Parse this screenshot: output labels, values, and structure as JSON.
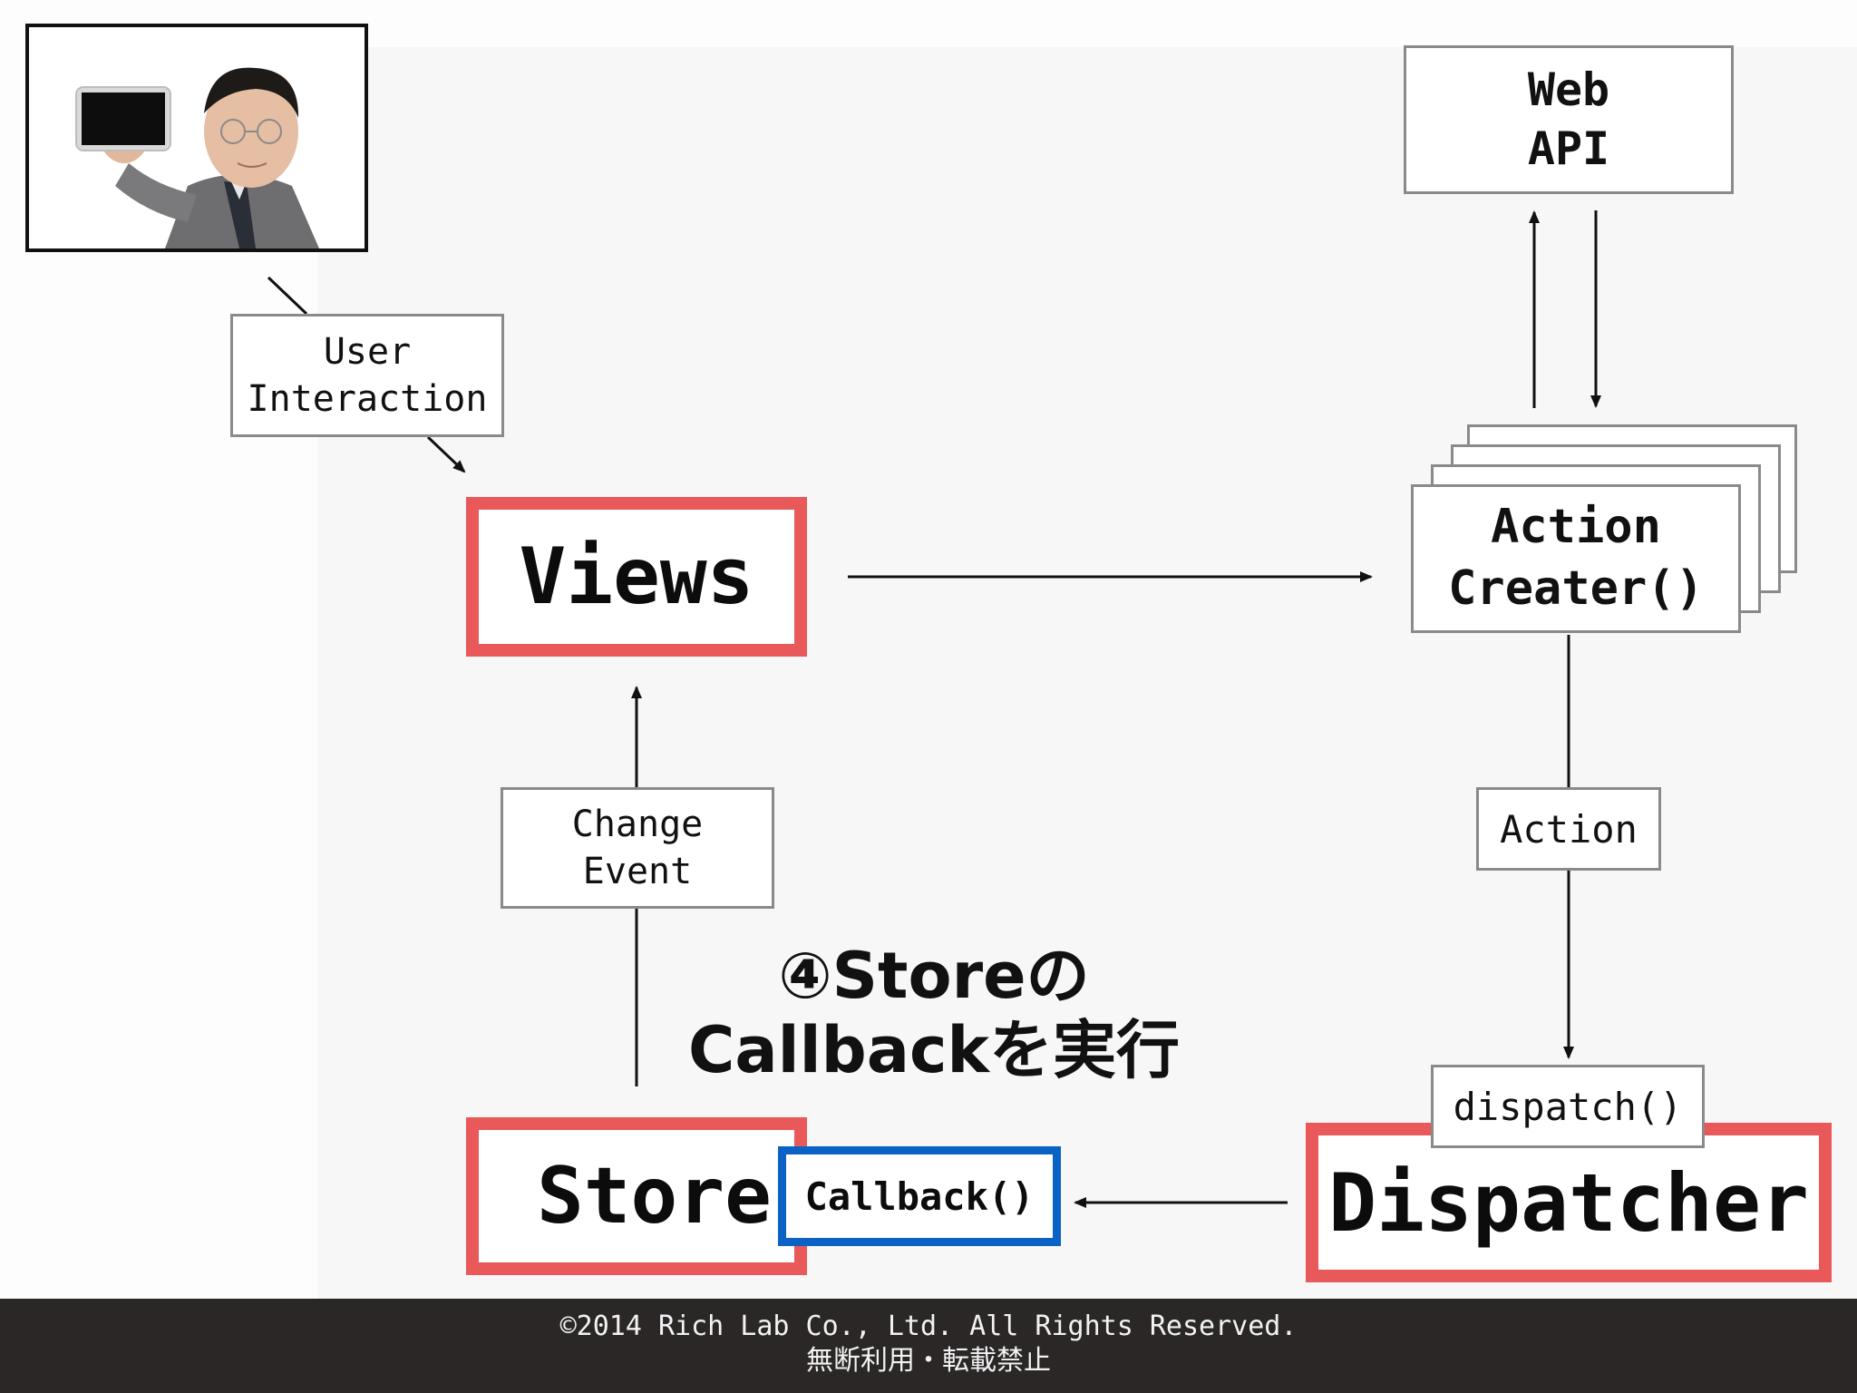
{
  "diagram": {
    "user_interaction_label": "User\nInteraction",
    "views_label": "Views",
    "action_creator_label": "Action\nCreater()",
    "web_api_label": "Web\nAPI",
    "action_label": "Action",
    "dispatch_label": "dispatch()",
    "dispatcher_label": "Dispatcher",
    "store_label": "Store",
    "callback_label": "Callback()",
    "change_event_label": "Change\nEvent",
    "step_caption_line1": "④Storeの",
    "step_caption_line2": "Callbackを実行"
  },
  "footer": {
    "copyright": "©2014 Rich Lab Co., Ltd. All Rights Reserved.",
    "notice": "無断利用・転載禁止"
  },
  "colors": {
    "highlight_red": "#e9595a",
    "highlight_blue": "#0a63c4",
    "footer_bg": "#2b2727"
  }
}
